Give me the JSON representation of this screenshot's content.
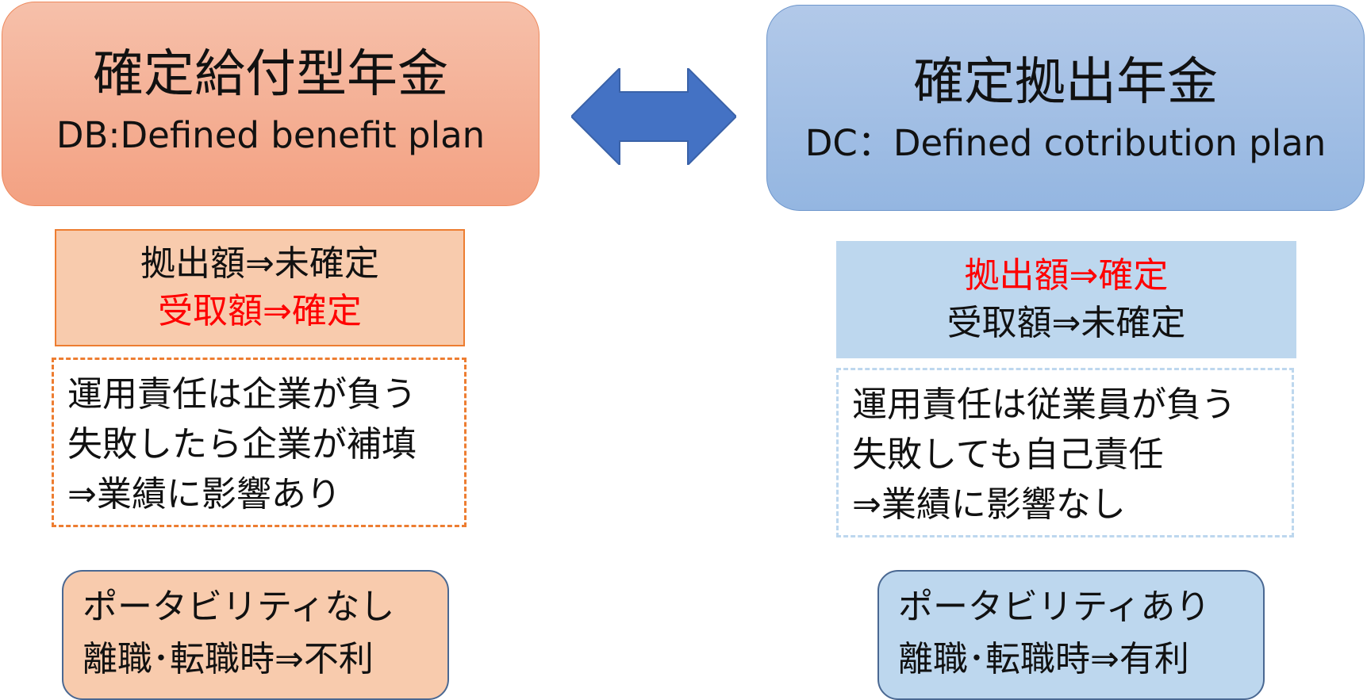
{
  "db": {
    "title": "確定給付型年金",
    "subtitle": "DB:Defined benefit plan",
    "contribution": "拠出額⇒未確定",
    "benefit": "受取額⇒確定",
    "responsibility": [
      "運用責任は企業が負う",
      "失敗したら企業が補填",
      "⇒業績に影響あり"
    ],
    "portability": [
      "ポータビリティなし",
      "離職･転職時⇒不利"
    ]
  },
  "dc": {
    "title": "確定拠出年金",
    "subtitle": "DC：Defined cotribution plan",
    "contribution": "拠出額⇒確定",
    "benefit": "受取額⇒未確定",
    "responsibility": [
      "運用責任は従業員が負う",
      "失敗しても自己責任",
      "⇒業績に影響なし"
    ],
    "portability": [
      "ポータビリティあり",
      "離職･転職時⇒有利"
    ]
  },
  "colors": {
    "db_fill": "#f8cbad",
    "db_accent": "#ed7d31",
    "dc_fill": "#bdd7ee",
    "arrow": "#4472c4",
    "highlight_text": "#ff0000"
  },
  "icons": {
    "arrow": "double-headed-arrow-icon"
  }
}
